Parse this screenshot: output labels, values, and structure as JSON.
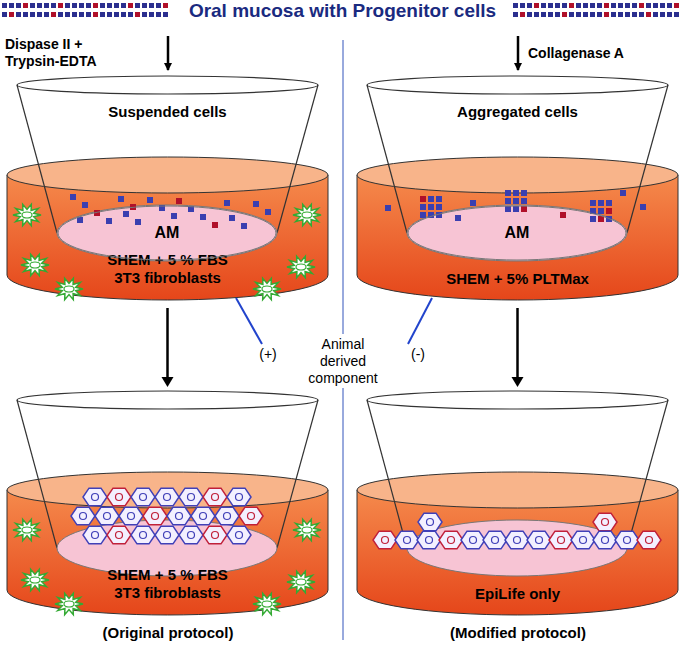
{
  "diagram": {
    "title": "Oral mucosa with Progenitor cells",
    "nodes": [
      {
        "text": [
          "Suspended cells",
          "SHEM + 5 % FBS 3T3 fibroblasts"
        ]
      },
      {
        "text": [
          "AM"
        ],
        "in": 0
      },
      {
        "text": [
          "Aggregated cells",
          "SHEM + 5% PLTMax"
        ]
      },
      {
        "text": [
          "AM"
        ],
        "in": 2
      },
      {
        "text": [
          "SHEM + 5 % FBS 3T3 fibroblasts"
        ]
      },
      {
        "text": [
          "EpiLife only"
        ]
      }
    ],
    "edges": [
      {
        "from": 0,
        "to": 4,
        "arrow": "to"
      },
      {
        "from": 2,
        "to": 5,
        "arrow": "to"
      }
    ],
    "labels": [
      "Dispase II + Trypsin-EDTA",
      "Collagenase A",
      "(+)",
      "Animal derived component",
      "(-)",
      "(Original protocol)",
      "(Modified protocol)"
    ]
  }
}
